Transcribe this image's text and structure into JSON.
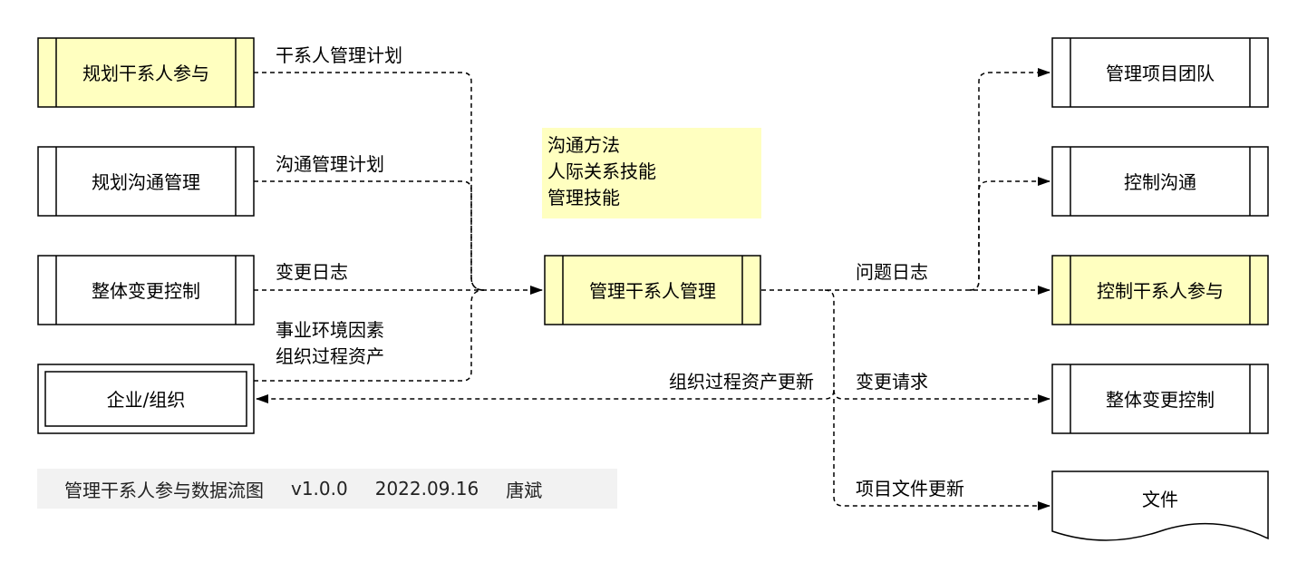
{
  "colors": {
    "highlight": "#ffffc0",
    "note": "#ffffc0",
    "line": "#000000"
  },
  "nodes": {
    "plan_stakeholder": "规划干系人参与",
    "plan_comm": "规划沟通管理",
    "integrated_change_in": "整体变更控制",
    "enterprise": "企业/组织",
    "manage_stakeholder": "管理干系人管理",
    "manage_team": "管理项目团队",
    "control_comm": "控制沟通",
    "control_stakeholder": "控制干系人参与",
    "integrated_change_out": "整体变更控制",
    "documents": "文件"
  },
  "tools": [
    "沟通方法",
    "人际关系技能",
    "管理技能"
  ],
  "labels": {
    "stakeholder_plan": "干系人管理计划",
    "comm_plan": "沟通管理计划",
    "change_log": "变更日志",
    "eef": "事业环境因素",
    "opa": "组织过程资产",
    "opa_update": "组织过程资产更新",
    "issue_log": "问题日志",
    "change_request": "变更请求",
    "doc_update": "项目文件更新"
  },
  "footer": {
    "title": "管理干系人参与数据流图",
    "version": "v1.0.0",
    "date": "2022.09.16",
    "author": "唐斌"
  }
}
